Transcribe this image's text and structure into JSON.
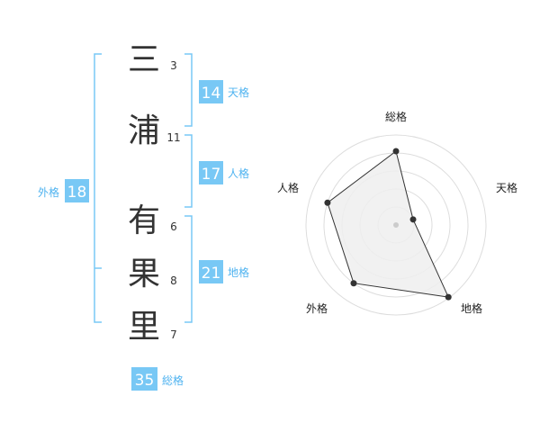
{
  "name": {
    "characters": [
      {
        "char": "三",
        "strokes": "3"
      },
      {
        "char": "浦",
        "strokes": "11"
      },
      {
        "char": "有",
        "strokes": "6"
      },
      {
        "char": "果",
        "strokes": "8"
      },
      {
        "char": "里",
        "strokes": "7"
      }
    ]
  },
  "fortunes": {
    "tenkaku": {
      "value": "14",
      "label": "天格"
    },
    "jinkaku": {
      "value": "17",
      "label": "人格"
    },
    "chikaku": {
      "value": "21",
      "label": "地格"
    },
    "gaikaku": {
      "value": "18",
      "label": "外格"
    },
    "soukaku": {
      "value": "35",
      "label": "総格"
    }
  },
  "chart_data": {
    "type": "radar",
    "axes": [
      "総格",
      "天格",
      "地格",
      "外格",
      "人格"
    ],
    "values": [
      0.82,
      0.2,
      0.99,
      0.8,
      0.8
    ],
    "rings": 5,
    "max": 1,
    "colors": {
      "accent": "#4fb3f0",
      "badge": "#78c8f5",
      "fill": "#efefef",
      "line": "#333333",
      "grid": "#dddddd"
    }
  }
}
